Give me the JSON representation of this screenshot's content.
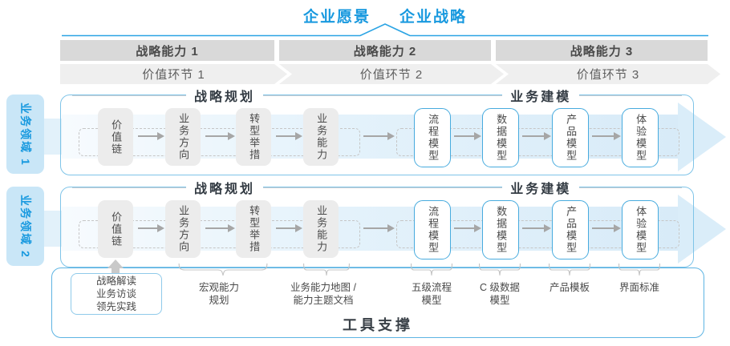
{
  "header": {
    "vision": "企业愿景",
    "strategy": "企业战略"
  },
  "capabilities": [
    {
      "label": "战略能力 1"
    },
    {
      "label": "战略能力 2"
    },
    {
      "label": "战略能力 3"
    }
  ],
  "value_links": [
    {
      "label": "价值环节 1"
    },
    {
      "label": "价值环节 2"
    },
    {
      "label": "价值环节 3"
    }
  ],
  "domains": [
    {
      "label": "业务领域 1"
    },
    {
      "label": "业务领域 2"
    }
  ],
  "rows": [
    {
      "planning_title": "战略规划",
      "modeling_title": "业务建模",
      "boxes": [
        {
          "label": "价值链"
        },
        {
          "label": "业务方向"
        },
        {
          "label": "转型举措"
        },
        {
          "label": "业务能力"
        },
        {
          "label": "流程模型"
        },
        {
          "label": "数据模型"
        },
        {
          "label": "产品模型"
        },
        {
          "label": "体验模型"
        }
      ]
    },
    {
      "planning_title": "战略规划",
      "modeling_title": "业务建模",
      "boxes": [
        {
          "label": "价值链"
        },
        {
          "label": "业务方向"
        },
        {
          "label": "转型举措"
        },
        {
          "label": "业务能力"
        },
        {
          "label": "流程模型"
        },
        {
          "label": "数据模型"
        },
        {
          "label": "产品模型"
        },
        {
          "label": "体验模型"
        }
      ]
    }
  ],
  "annotations": {
    "practice_box": {
      "lines": [
        "战略解读",
        "业务访谈",
        "领先实践"
      ]
    },
    "labels": [
      {
        "lines": [
          "宏观能力",
          "规划"
        ]
      },
      {
        "lines": [
          "业务能力地图 /",
          "能力主题文档"
        ]
      },
      {
        "lines": [
          "五级流程",
          "模型"
        ]
      },
      {
        "lines": [
          "C 级数据",
          "模型"
        ]
      },
      {
        "lines": [
          "产品模板"
        ]
      },
      {
        "lines": [
          "界面标准"
        ]
      }
    ]
  },
  "tools": {
    "title": "工具支撑"
  },
  "colors": {
    "accent_blue": "#1899df",
    "container_border": "#7fc4e8",
    "box_border_blue": "#47abde",
    "band_dark_gray": "#d9d9d9",
    "band_light_gray": "#efefef",
    "flow_band_blue": "#d8ebf8",
    "arrow_gray": "#a6a6a6"
  }
}
